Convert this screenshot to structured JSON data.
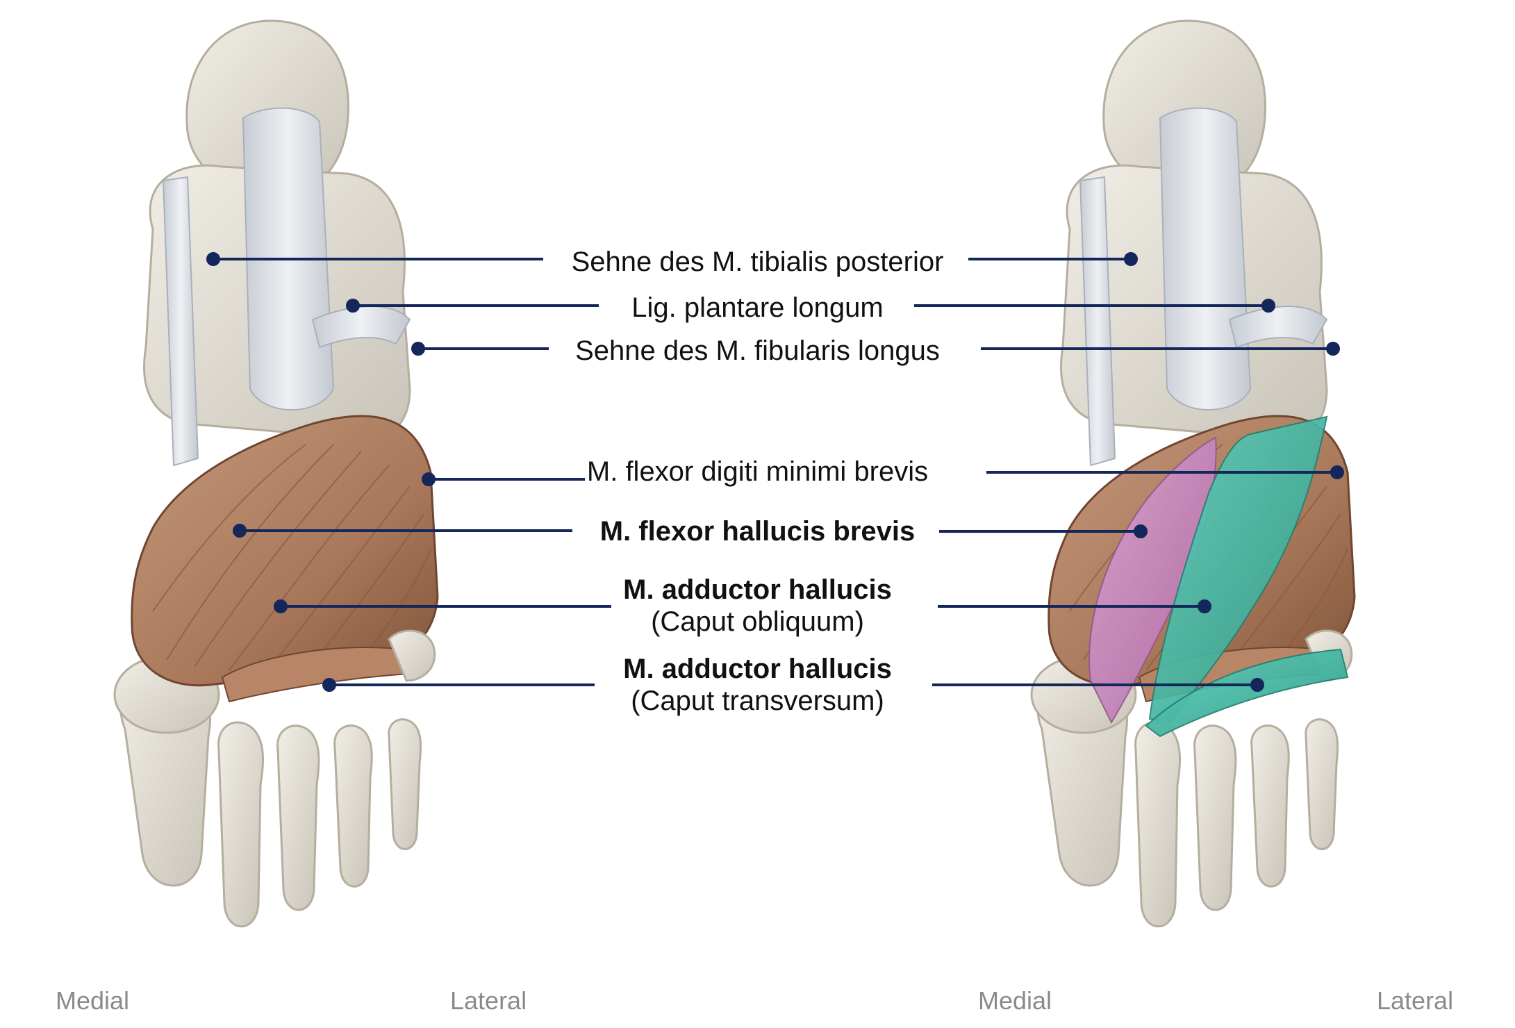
{
  "labels": {
    "tibialis": "Sehne des M. tibialis posterior",
    "plantare": "Lig. plantare longum",
    "fibularis": "Sehne des M. fibularis longus",
    "flexor_dm": "M. flexor digiti minimi brevis",
    "flexor_hb": "M. flexor hallucis brevis",
    "adductor_obl_title": "M. adductor hallucis",
    "adductor_obl_sub": "(Caput obliquum)",
    "adductor_tr_title": "M. adductor hallucis",
    "adductor_tr_sub": "(Caput transversum)"
  },
  "orientation": {
    "left_medial": "Medial",
    "left_lateral": "Lateral",
    "right_medial": "Medial",
    "right_lateral": "Lateral"
  },
  "colors": {
    "bone": "#e4e0d6",
    "tendon": "#d9dde3",
    "muscle": "#a9785a",
    "muscle_dark": "#7f5339",
    "highlight_pink": "#c77fbf",
    "highlight_teal": "#3fb8a3",
    "leader": "#14275a"
  }
}
